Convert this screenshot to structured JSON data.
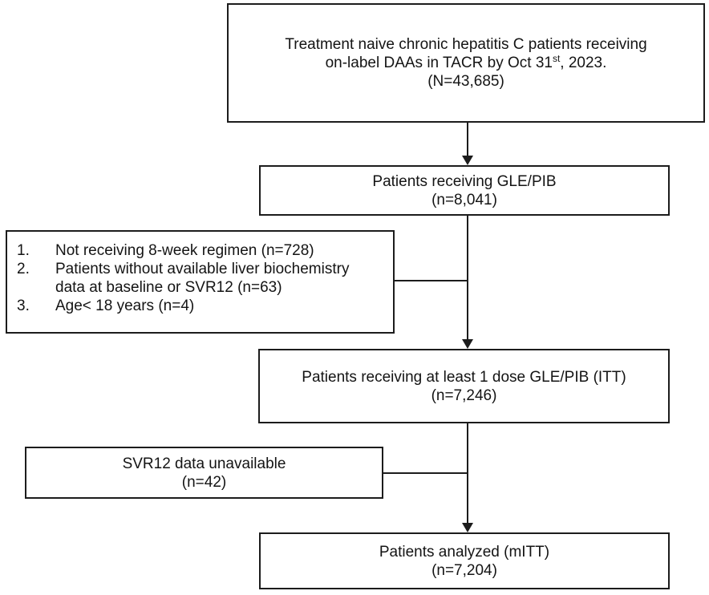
{
  "colors": {
    "line": "#1c1c1c",
    "background": "#ffffff"
  },
  "flowchart": {
    "top_box": {
      "line1": "Treatment naive chronic hepatitis C patients receiving",
      "line2_pre": "on-label DAAs in TACR by Oct 31",
      "line2_sup": "st",
      "line2_post": ", 2023.",
      "count": "(N=43,685)"
    },
    "glepib_box": {
      "line1": "Patients receiving GLE/PIB",
      "count": "(n=8,041)"
    },
    "exclusion_box": {
      "items": [
        {
          "num": "1.",
          "text": "Not receiving 8-week regimen (n=728)"
        },
        {
          "num": "2.",
          "text": "Patients without available liver biochemistry data at baseline or SVR12 (n=63)"
        },
        {
          "num": "3.",
          "text": "Age< 18 years (n=4)"
        }
      ]
    },
    "itt_box": {
      "line1": "Patients receiving at least 1 dose GLE/PIB (ITT)",
      "count": "(n=7,246)"
    },
    "svr12_box": {
      "line1": "SVR12 data unavailable",
      "count": "(n=42)"
    },
    "mitt_box": {
      "line1": "Patients analyzed (mITT)",
      "count": "(n=7,204)"
    }
  }
}
